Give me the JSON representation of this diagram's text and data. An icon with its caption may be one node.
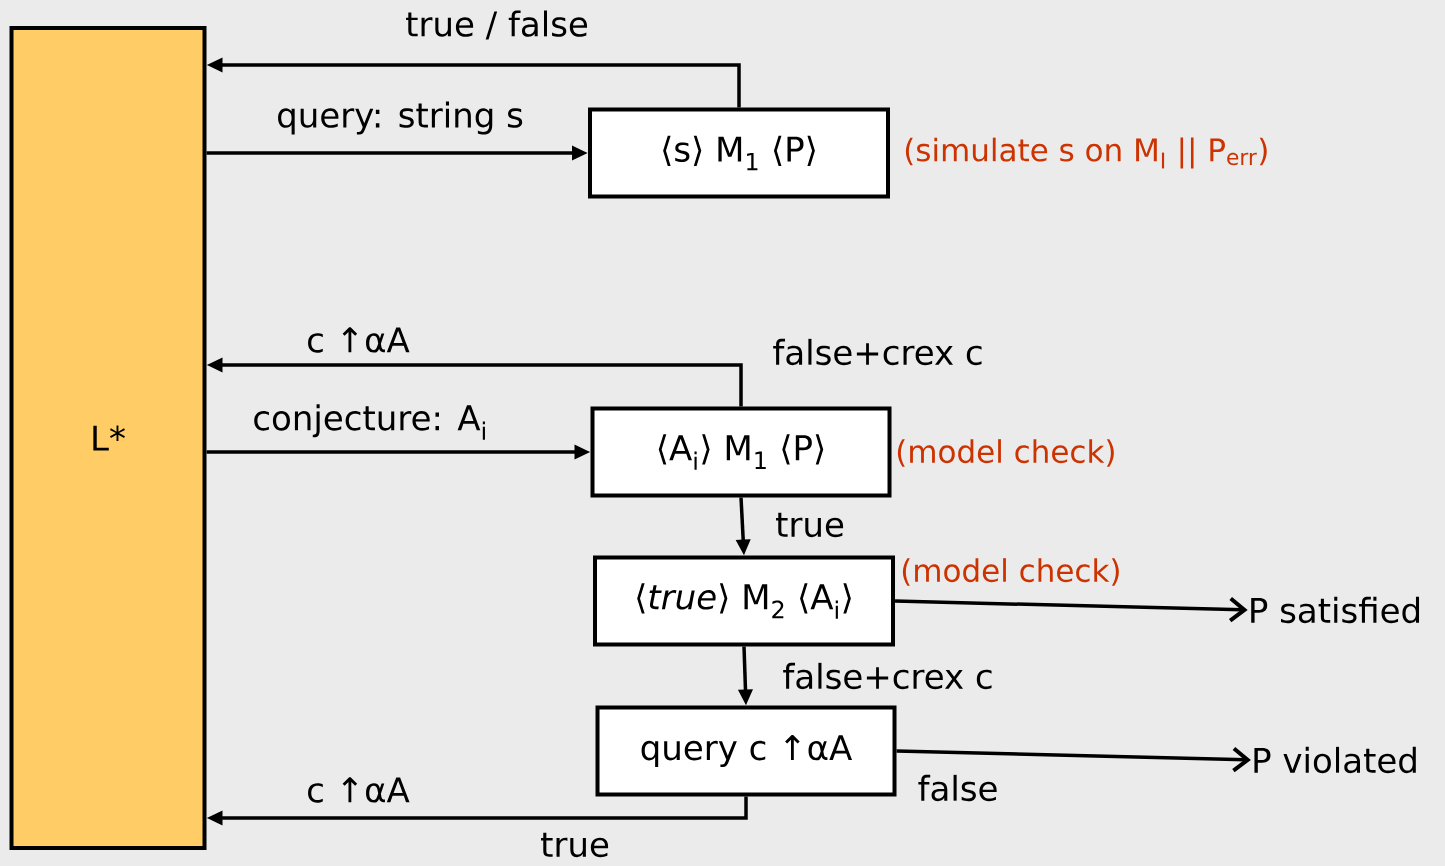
{
  "diagram": {
    "nodes": [
      {
        "text": [
          "L*"
        ]
      },
      {
        "text": [
          "⟨s⟩ M$_{1}$ ⟨P⟩"
        ],
        "beside": [
          "(simulate s on M$_{I}$ || P$_{err}$)"
        ]
      },
      {
        "text": [
          "⟨A$_{i}$⟩ M$_{1}$ ⟨P⟩"
        ],
        "beside": [
          "(model check)"
        ]
      },
      {
        "text": [
          "⟨*true*⟩ M$_{2}$ ⟨A$_{i}$⟩"
        ],
        "beside": [
          "(model check)"
        ]
      },
      {
        "text": [
          "query c ↑αA"
        ]
      },
      {
        "text": [
          "P satisfied"
        ]
      },
      {
        "text": [
          "P violated"
        ]
      }
    ],
    "edges": [
      {
        "from": 1,
        "to": 0,
        "arrow": "to",
        "label": "true / false"
      },
      {
        "from": 0,
        "to": 1,
        "arrow": "to",
        "label": "query: string s"
      },
      {
        "from": 2,
        "to": 0,
        "arrow": "to",
        "label": "false+crex c"
      },
      {
        "from": 0,
        "to": 2,
        "arrow": "to",
        "label": "conjecture: A$_{i}$"
      },
      {
        "from": 2,
        "to": 3,
        "arrow": "to",
        "label": "true"
      },
      {
        "from": 3,
        "to": 5,
        "arrow": "to"
      },
      {
        "from": 3,
        "to": 4,
        "arrow": "to",
        "label": "false+crex c"
      },
      {
        "from": 4,
        "to": 6,
        "arrow": "to",
        "label": "false"
      },
      {
        "from": 4,
        "to": 0,
        "arrow": "to",
        "label": "true"
      }
    ],
    "labels": [
      "c ↑αA",
      "c ↑αA"
    ]
  }
}
